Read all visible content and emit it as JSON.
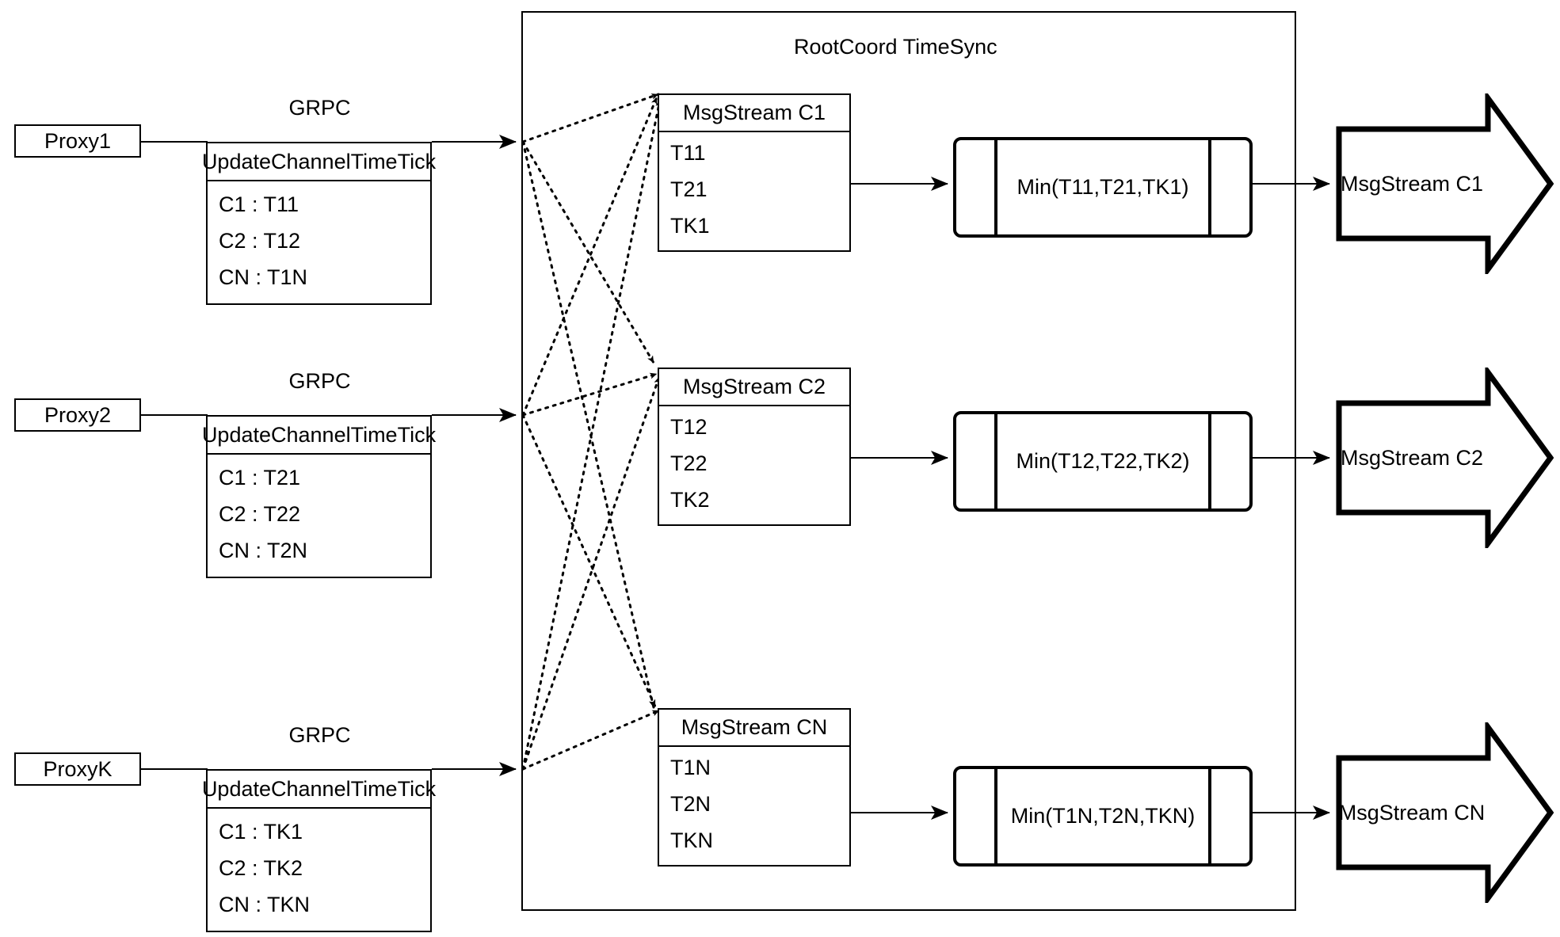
{
  "diagram": {
    "title": "RootCoord TimeSync",
    "grpc_label": "GRPC",
    "update_channel_label": "UpdateChannelTimeTick"
  },
  "proxies": [
    {
      "name": "Proxy1",
      "grpc": "GRPC",
      "table_header": "UpdateChannelTimeTick",
      "rows": [
        "C1 :  T11",
        "C2 :  T12",
        "CN : T1N"
      ]
    },
    {
      "name": "Proxy2",
      "grpc": "GRPC",
      "table_header": "UpdateChannelTimeTick",
      "rows": [
        "C1 :  T21",
        "C2 :  T22",
        "CN : T2N"
      ]
    },
    {
      "name": "ProxyK",
      "grpc": "GRPC",
      "table_header": "UpdateChannelTimeTick",
      "rows": [
        "C1 :  TK1",
        "C2 :  TK2",
        "CN : TKN"
      ]
    }
  ],
  "msgstreams": [
    {
      "header": "MsgStream C1",
      "rows": [
        "T11",
        "T21",
        "TK1"
      ]
    },
    {
      "header": "MsgStream C2",
      "rows": [
        "T12",
        "T22",
        "TK2"
      ]
    },
    {
      "header": "MsgStream CN",
      "rows": [
        "T1N",
        "T2N",
        "TKN"
      ]
    }
  ],
  "minops": [
    {
      "label": "Min(T11,T21,TK1)"
    },
    {
      "label": "Min(T12,T22,TK2)"
    },
    {
      "label": "Min(T1N,T2N,TKN)"
    }
  ],
  "outputs": [
    {
      "label": "MsgStream C1"
    },
    {
      "label": "MsgStream C2"
    },
    {
      "label": "MsgStream CN"
    }
  ],
  "colors": {
    "stroke": "#000000",
    "background": "#ffffff"
  }
}
